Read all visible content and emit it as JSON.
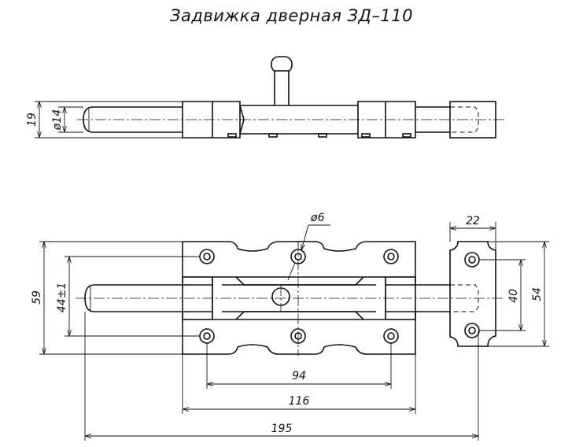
{
  "title": "Задвижка дверная   ЗД–110",
  "dimensions": {
    "d19": "19",
    "d14": "ø14",
    "d6": "ø6",
    "d22": "22",
    "d59": "59",
    "d44": "44±1",
    "d40": "40",
    "d54": "54",
    "d94": "94",
    "d116": "116",
    "d195": "195"
  }
}
